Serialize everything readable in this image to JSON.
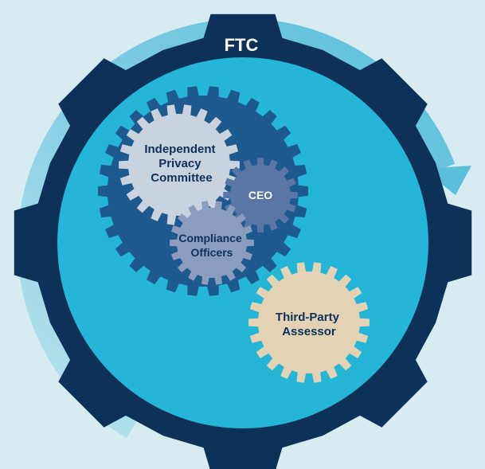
{
  "title": "FTC",
  "gears": {
    "ipc": [
      "Independent",
      "Privacy",
      "Committee"
    ],
    "ceo": [
      "CEO"
    ],
    "compliance": [
      "Compliance",
      "Officers"
    ],
    "assessor": [
      "Third-Party",
      "Assessor"
    ]
  },
  "colors": {
    "background": "#d6ecf2",
    "arrow": "#5bbfdc",
    "outer_gear": "#0d3158",
    "inner_circle": "#25b5d6",
    "company_gear": "#1e5a8e",
    "ipc_gear": "#c9d3e0",
    "ceo_gear": "#5a76a6",
    "compliance_gear": "#8b9dbf",
    "assessor_gear": "#e3d3b4"
  }
}
